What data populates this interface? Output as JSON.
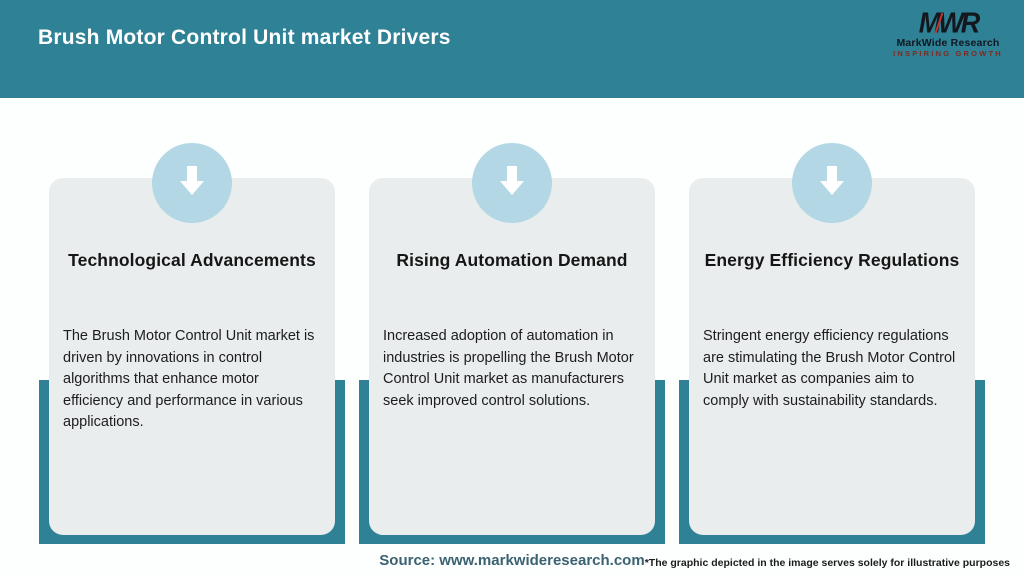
{
  "header": {
    "title": "Brush Motor Control Unit market Drivers",
    "logo": {
      "monogram": "MWR",
      "name": "MarkWide Research",
      "tagline": "INSPIRING GROWTH"
    }
  },
  "cards": [
    {
      "icon": "arrow-down-icon",
      "title": "Technological Advancements",
      "body": "The Brush Motor Control Unit market is driven by innovations in control algorithms that enhance motor efficiency and performance in various applications."
    },
    {
      "icon": "arrow-down-icon",
      "title": "Rising Automation Demand",
      "body": "Increased adoption of automation in industries is propelling the Brush Motor Control Unit market as manufacturers seek improved control solutions."
    },
    {
      "icon": "arrow-down-icon",
      "title": "Energy Efficiency Regulations",
      "body": "Stringent energy efficiency regulations are stimulating the Brush Motor Control Unit market as companies aim to comply with sustainability standards."
    }
  ],
  "footer": {
    "source": "Source: www.markwideresearch.com",
    "disclaimer": "*The graphic depicted in the image serves solely for illustrative purposes"
  },
  "colors": {
    "header_teal": "#2f8196",
    "circle_blue": "#b3d7e5",
    "card_gray": "#e9edee",
    "tagline_red": "#7d2b20",
    "source_text": "#3b6270"
  }
}
